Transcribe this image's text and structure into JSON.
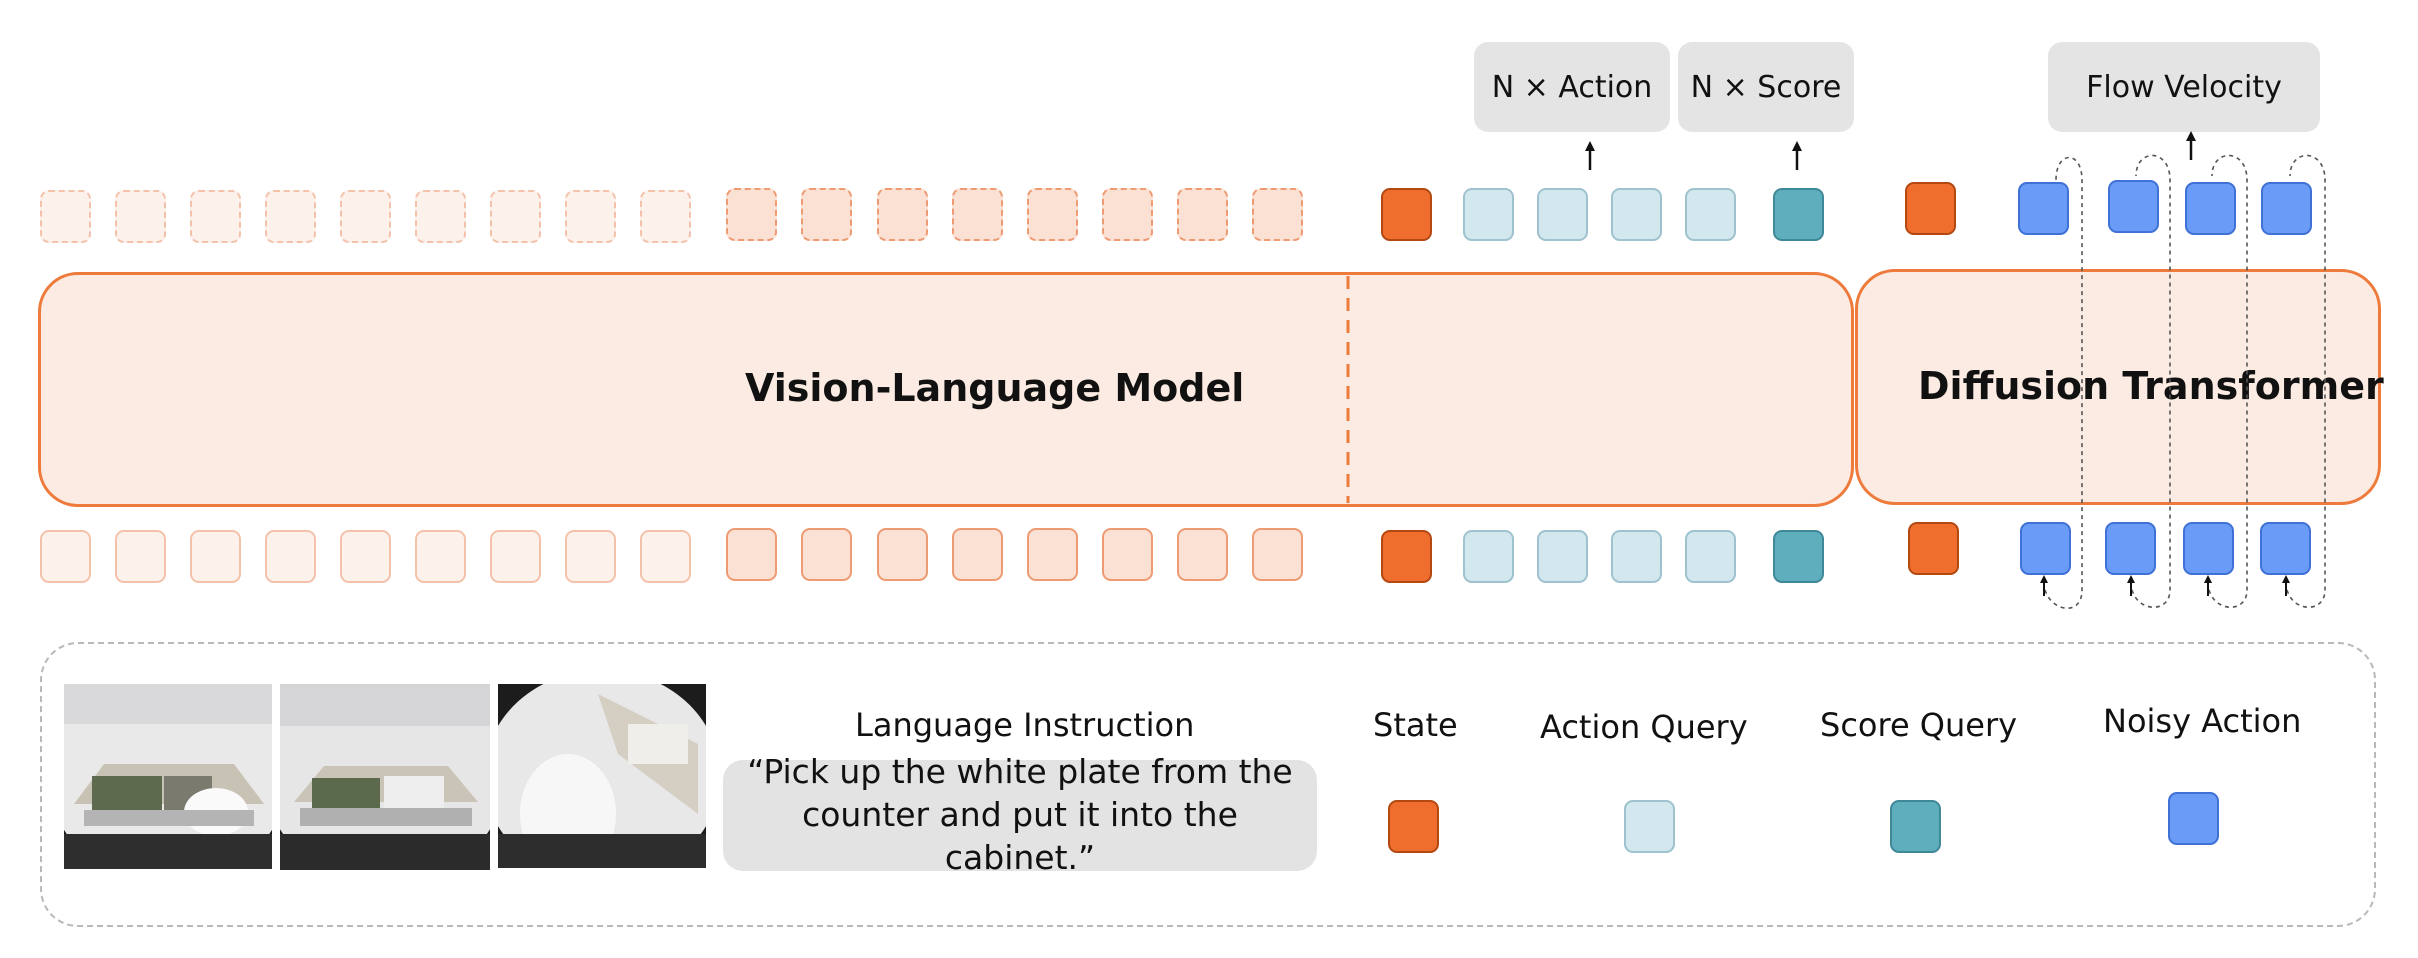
{
  "models": {
    "vlm_label": "Vision-Language Model",
    "dit_label": "Diffusion Transformer"
  },
  "outputs": {
    "action_label": "N × Action",
    "score_label": "N × Score",
    "flow_label": "Flow Velocity"
  },
  "legend": {
    "instruction_title": "Language Instruction",
    "instruction_text": "“Pick up the white plate from the counter and put it into the cabinet.”",
    "state_label": "State",
    "action_query_label": "Action Query",
    "score_query_label": "Score Query",
    "noisy_action_label": "Noisy Action"
  },
  "colors": {
    "accent_orange": "#ef6e2e",
    "action_query": "#d3e8ee",
    "score_query": "#5faebe",
    "noisy_action": "#6a9bf6",
    "model_fill": "#fbebe2"
  }
}
